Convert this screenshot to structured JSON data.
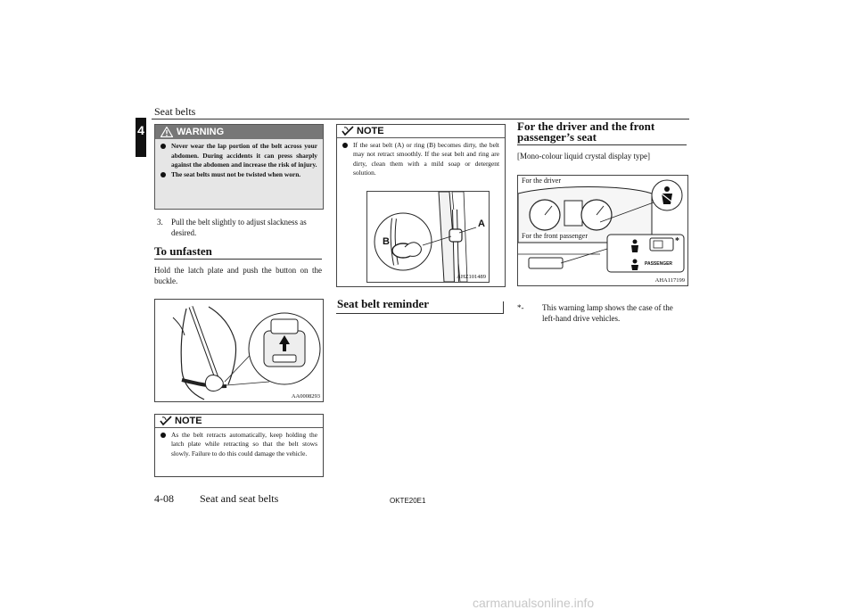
{
  "header": {
    "title": "Seat belts",
    "chapter_tab": "4"
  },
  "warning": {
    "label": "WARNING",
    "items": [
      "Never wear the lap portion of the belt across your abdomen. During accidents it can press sharply against the abdomen and increase the risk of injury.",
      "The seat belts must not be twisted when worn."
    ]
  },
  "step3": {
    "num": "3.",
    "text": "Pull the belt slightly to adjust slackness as desired."
  },
  "unfasten": {
    "heading": "To unfasten",
    "text": "Hold the latch plate and push the button on the buckle.",
    "figure_code": "AA0008293"
  },
  "note_left": {
    "label": "NOTE",
    "items": [
      "As the belt retracts automatically, keep holding the latch plate while retracting so that the belt stows slowly. Failure to do this could damage the vehicle."
    ]
  },
  "note_mid": {
    "label": "NOTE",
    "items": [
      "If the seat belt (A) or ring (B) becomes dirty, the belt may not retract smoothly. If the seat belt and ring are dirty, clean them with a mild soap or detergent solution."
    ],
    "figure_code": "AHZ101489",
    "label_a": "A",
    "label_b": "B"
  },
  "reminder": {
    "heading": "Seat belt reminder"
  },
  "driver_section": {
    "heading": "For the driver and the front passenger’s seat",
    "display_type": "[Mono-colour liquid crystal display type]",
    "label_driver": "For the driver",
    "label_passenger": "For the front passenger",
    "passenger_lamp_text": "PASSENGER",
    "asterisk": "*",
    "figure_code": "AHA117199"
  },
  "footnote": {
    "mark": "*-",
    "text": "This warning lamp shows the case of the left-hand drive vehicles."
  },
  "footer": {
    "page": "4-08",
    "section": "Seat and seat belts",
    "code": "OKTE20E1"
  },
  "watermark": "carmanualsonline.info",
  "colors": {
    "warning_header": "#777777",
    "warning_body": "#e6e6e6",
    "tab": "#111111"
  }
}
